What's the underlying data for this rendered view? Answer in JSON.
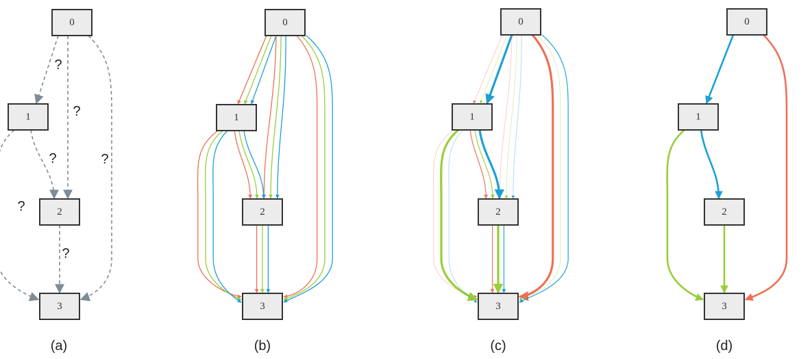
{
  "colors": {
    "red": "#ee6f57",
    "green": "#9acd3a",
    "blue": "#1e9fd4",
    "unknown": "#7d8c96"
  },
  "nodes": [
    "0",
    "1",
    "2",
    "3"
  ],
  "unknown_label": "?",
  "panels": [
    {
      "label": "(a)",
      "style": "unknown",
      "edges": [
        {
          "from": "0",
          "to": "1"
        },
        {
          "from": "0",
          "to": "2"
        },
        {
          "from": "0",
          "to": "3"
        },
        {
          "from": "1",
          "to": "2"
        },
        {
          "from": "1",
          "to": "3"
        },
        {
          "from": "2",
          "to": "3"
        }
      ]
    },
    {
      "label": "(b)",
      "style": "all",
      "edges": [
        {
          "from": "0",
          "to": "1",
          "colors": [
            "red",
            "green",
            "blue"
          ]
        },
        {
          "from": "0",
          "to": "2",
          "colors": [
            "red",
            "green",
            "blue"
          ]
        },
        {
          "from": "0",
          "to": "3",
          "colors": [
            "red",
            "green",
            "blue"
          ]
        },
        {
          "from": "1",
          "to": "2",
          "colors": [
            "red",
            "green",
            "blue"
          ]
        },
        {
          "from": "1",
          "to": "3",
          "colors": [
            "red",
            "green",
            "blue"
          ]
        },
        {
          "from": "2",
          "to": "3",
          "colors": [
            "red",
            "green",
            "blue"
          ]
        }
      ]
    },
    {
      "label": "(c)",
      "style": "weighted",
      "edges": [
        {
          "from": "0",
          "to": "1",
          "weights": {
            "red": "faint",
            "green": "faint",
            "blue": "strong"
          }
        },
        {
          "from": "0",
          "to": "2",
          "weights": {
            "red": "faint",
            "green": "faint",
            "blue": "faint"
          }
        },
        {
          "from": "0",
          "to": "3",
          "weights": {
            "red": "strong",
            "green": "faint",
            "blue": "medium"
          }
        },
        {
          "from": "1",
          "to": "2",
          "weights": {
            "red": "medium",
            "green": "medium",
            "blue": "strong"
          }
        },
        {
          "from": "1",
          "to": "3",
          "weights": {
            "red": "faint",
            "green": "strong",
            "blue": "faint"
          }
        },
        {
          "from": "2",
          "to": "3",
          "weights": {
            "red": "medium",
            "green": "strong",
            "blue": "medium"
          }
        }
      ]
    },
    {
      "label": "(d)",
      "style": "selected",
      "edges": [
        {
          "from": "0",
          "to": "1",
          "colors": [
            "blue"
          ]
        },
        {
          "from": "0",
          "to": "3",
          "colors": [
            "red"
          ]
        },
        {
          "from": "1",
          "to": "2",
          "colors": [
            "blue"
          ]
        },
        {
          "from": "1",
          "to": "3",
          "colors": [
            "green"
          ]
        },
        {
          "from": "2",
          "to": "3",
          "colors": [
            "green"
          ]
        }
      ]
    }
  ]
}
